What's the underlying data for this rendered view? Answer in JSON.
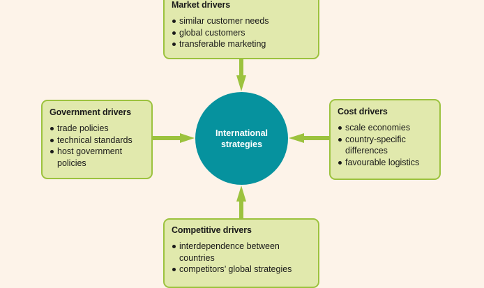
{
  "hub": {
    "label": "International strategies",
    "color": "#06929e"
  },
  "drivers": {
    "market": {
      "title": "Market drivers",
      "items": [
        "similar customer needs",
        "global customers",
        "transferable marketing"
      ]
    },
    "government": {
      "title": "Government drivers",
      "items": [
        "trade policies",
        "technical standards",
        "host government policies"
      ]
    },
    "cost": {
      "title": "Cost drivers",
      "items": [
        "scale economies",
        "country-specific differences",
        "favourable logistics"
      ]
    },
    "competitive": {
      "title": "Competitive drivers",
      "items": [
        "interdependence between countries",
        "competitors’ global strategies"
      ]
    }
  },
  "colors": {
    "background": "#fdf3e9",
    "box_fill": "#e1e9ad",
    "box_border": "#9cc23e",
    "arrow": "#9cc23e"
  }
}
